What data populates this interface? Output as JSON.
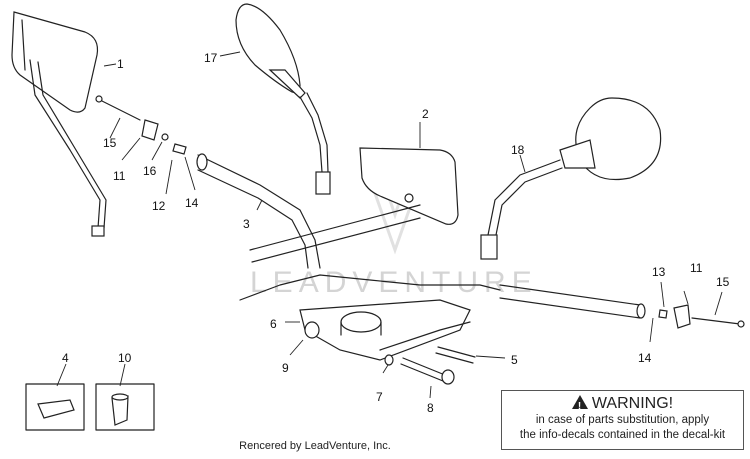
{
  "callouts": [
    "1",
    "2",
    "3",
    "4",
    "5",
    "6",
    "7",
    "8",
    "9",
    "10",
    "11",
    "11",
    "12",
    "13",
    "14",
    "14",
    "15",
    "15",
    "16",
    "17",
    "18"
  ],
  "watermark": "LEADVENTURE",
  "warning": {
    "title": "WARNING!",
    "icon": "warning-triangle-icon",
    "line1": "in case of parts substitution, apply",
    "line2": "the info-decals contained in the decal-kit"
  },
  "credit": "Rencered by LeadVenture, Inc."
}
